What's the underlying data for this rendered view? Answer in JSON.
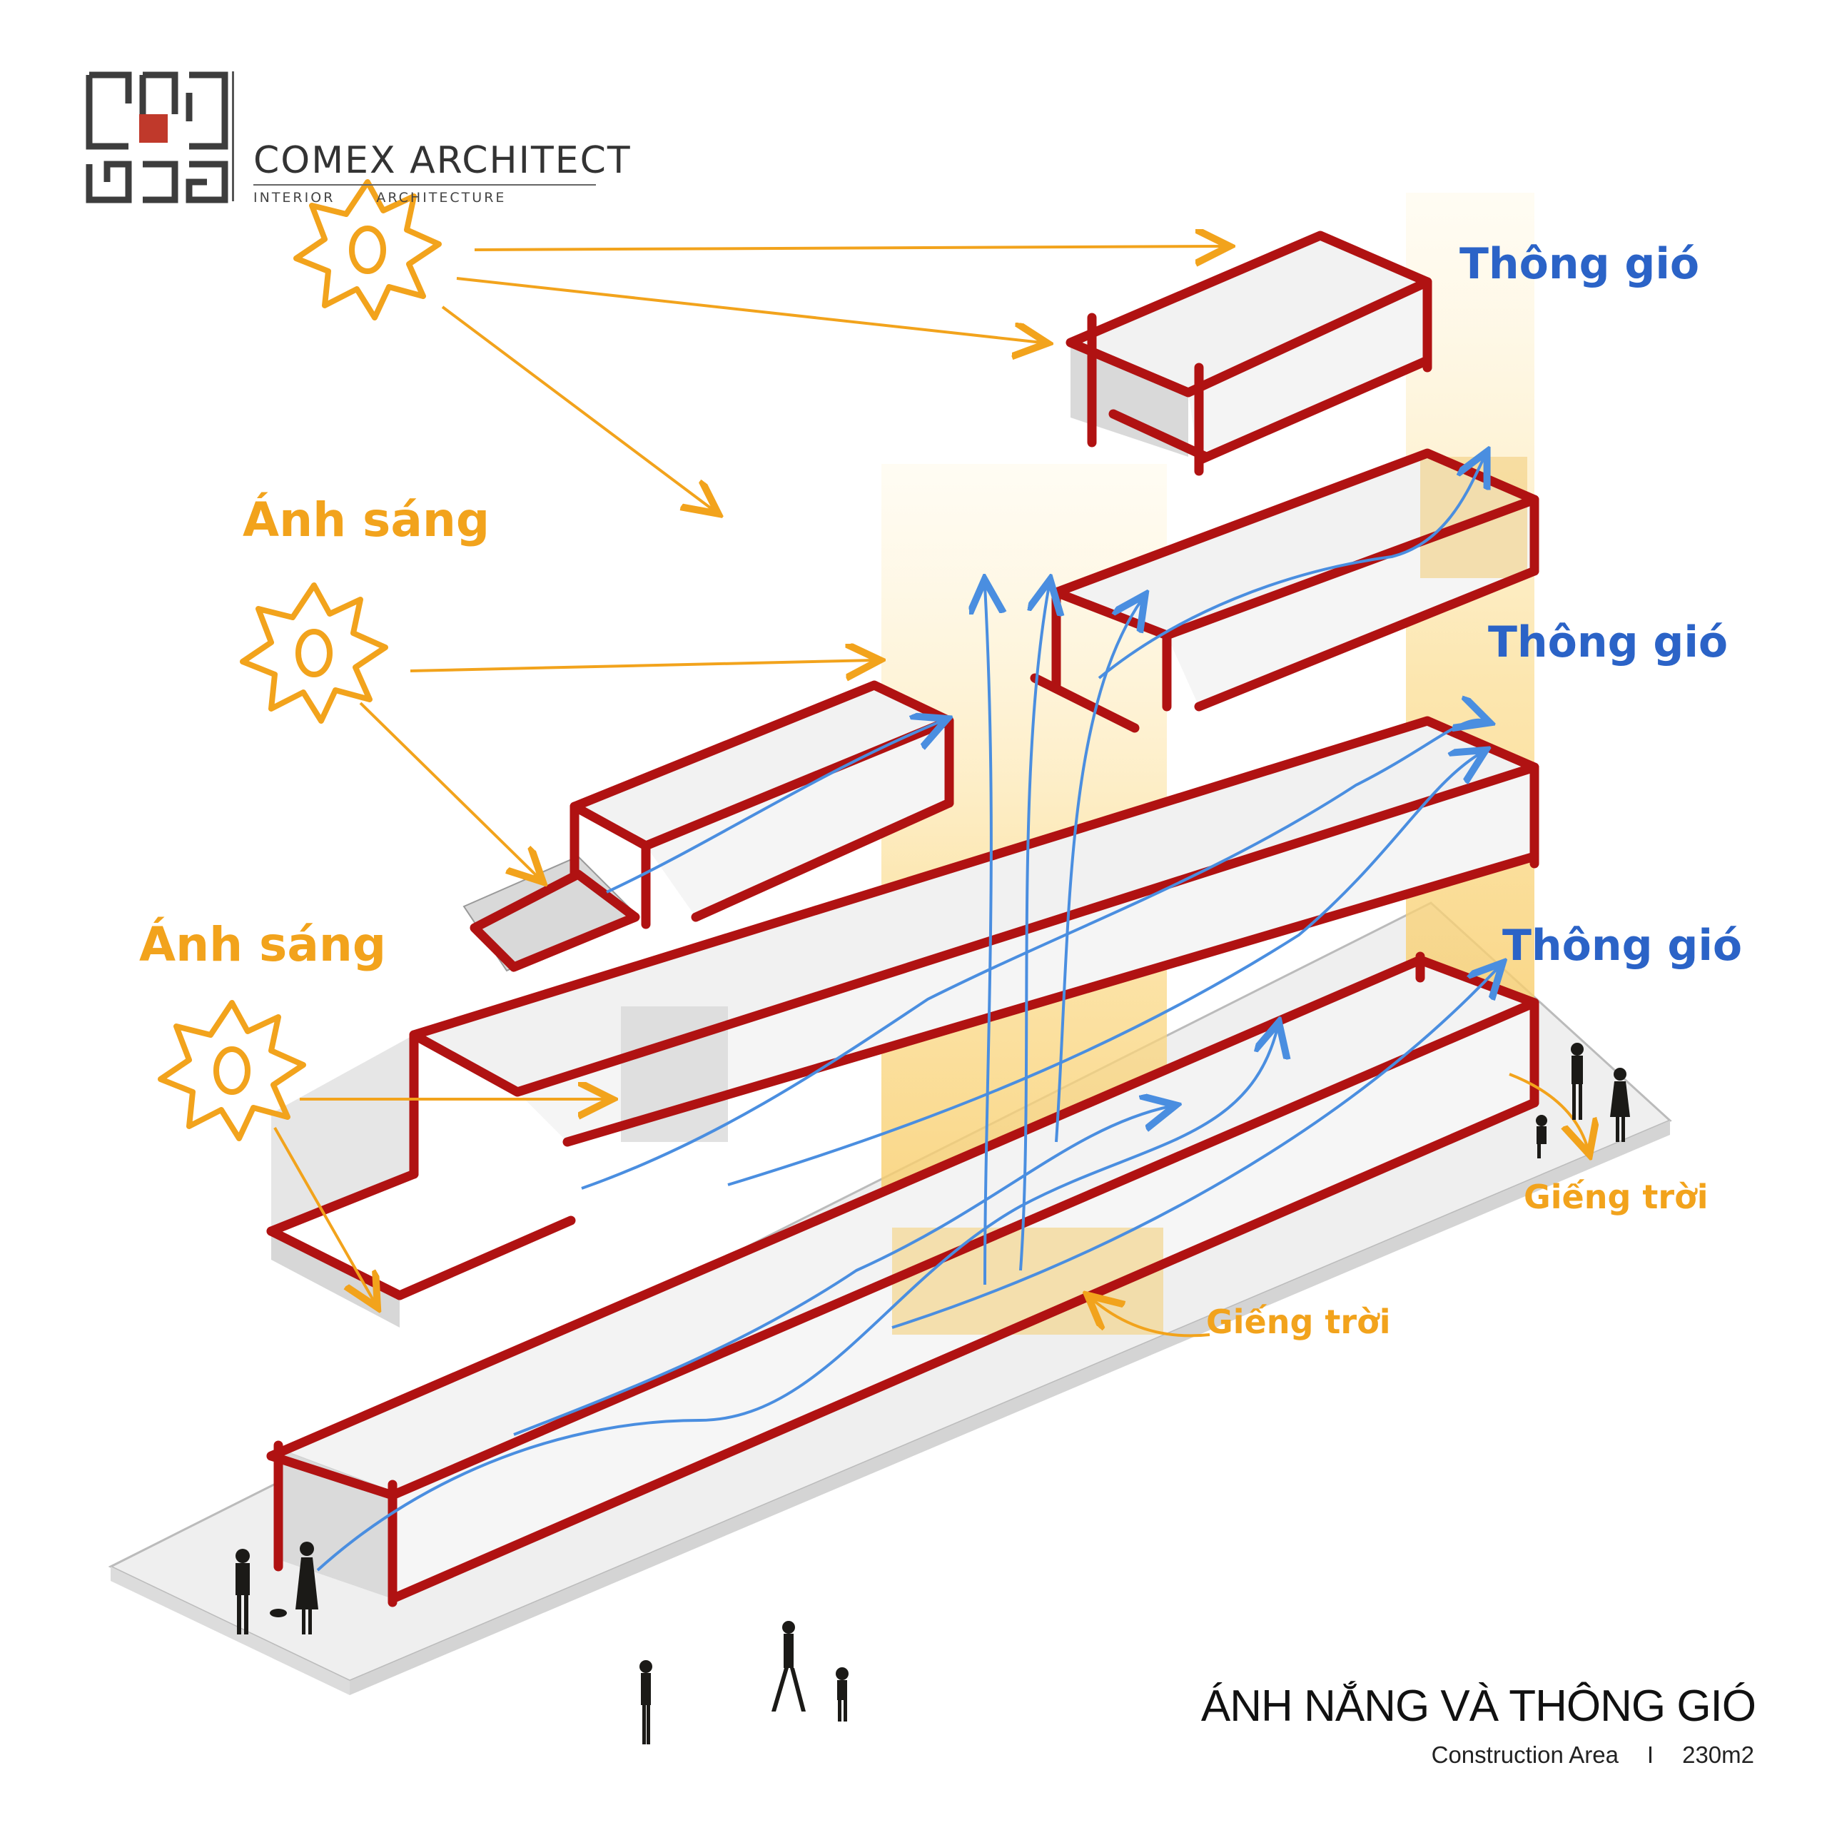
{
  "brand": {
    "name": "COMEX ARCHITECT",
    "tag_left": "INTERIOR",
    "tag_right": "ARCHITECTURE",
    "accent": "#c0392b"
  },
  "labels": {
    "light_1": "Ánh sáng",
    "light_2": "Ánh sáng",
    "wind_1": "Thông gió",
    "wind_2": "Thông gió",
    "wind_3": "Thông gió",
    "well_1": "Giếng trời",
    "well_2": "Giếng trời"
  },
  "footer": {
    "title": "ÁNH NẮNG VÀ THÔNG GIÓ",
    "area_label": "Construction Area",
    "separator": "I",
    "area_value": "230m2"
  },
  "colors": {
    "frame": "#b01212",
    "sun": "#f2a31c",
    "wind": "#4a8ee0",
    "light_band": "#fbe3a6",
    "slab": "#e9e9e9"
  }
}
